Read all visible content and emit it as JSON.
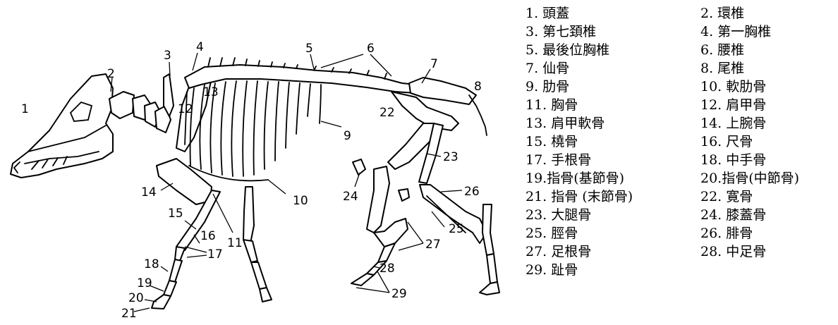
{
  "labels": {
    "n1": "1",
    "n2": "2",
    "n3": "3",
    "n4": "4",
    "n5": "5",
    "n6": "6",
    "n7": "7",
    "n8": "8",
    "n9": "9",
    "n10": "10",
    "n11": "11",
    "n12": "12",
    "n13": "13",
    "n14": "14",
    "n15": "15",
    "n16": "16",
    "n17": "17",
    "n18": "18",
    "n19": "19",
    "n20": "20",
    "n21": "21",
    "n22": "22",
    "n23": "23",
    "n24": "24",
    "n25": "25",
    "n26": "26",
    "n27": "27",
    "n28": "28",
    "n29": "29"
  },
  "legend": [
    "1. 頭蓋",
    "2. 環椎",
    "3. 第七頚椎",
    "4. 第一胸椎",
    "5. 最後位胸椎",
    "6. 腰椎",
    "7. 仙骨",
    "8. 尾椎",
    "9. 肋骨",
    "10. 軟肋骨",
    "11. 胸骨",
    "12. 肩甲骨",
    "13. 肩甲軟骨",
    "14. 上腕骨",
    "15. 橈骨",
    "16. 尺骨",
    "17. 手根骨",
    "18. 中手骨",
    "19.指骨(基節骨)",
    "20.指骨(中節骨)",
    "21. 指骨 (末節骨)",
    "22. 寛骨",
    "23. 大腿骨",
    "24. 膝蓋骨",
    "25. 脛骨",
    "26. 腓骨",
    "27. 足根骨",
    "28. 中足骨",
    "29. 趾骨"
  ]
}
